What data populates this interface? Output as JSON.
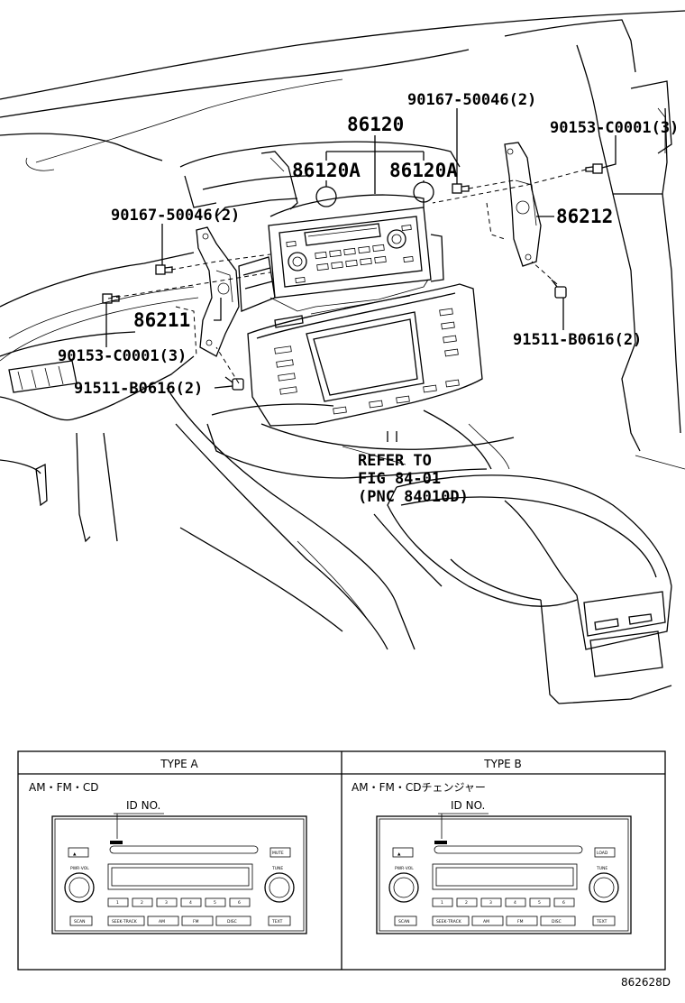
{
  "labels": {
    "main_unit": "86120",
    "knob_left": "86120A",
    "knob_right": "86120A",
    "screw_top_right": "90167-50046(2)",
    "bolt_right": "90153-C0001(3)",
    "bracket_right": "86212",
    "screw_left": "90167-50046(2)",
    "bracket_left": "86211",
    "bolt_left": "90153-C0001(3)",
    "clip_left": "91511-B0616(2)",
    "clip_right": "91511-B0616(2)",
    "refer_line1": "REFER TO",
    "refer_line2": "FIG 84-01",
    "refer_line3": "(PNC 84010D)"
  },
  "table": {
    "type_a": {
      "header": "TYPE A",
      "desc": "AM・FM・CD",
      "id_label": "ID NO."
    },
    "type_b": {
      "header": "TYPE B",
      "desc": "AM・FM・CDチェンジャー",
      "id_label": "ID NO."
    }
  },
  "radio_face": {
    "left_knob": "PWR·VOL",
    "right_knob": "TUNE",
    "presets": [
      "1",
      "2",
      "3",
      "4",
      "5",
      "6"
    ],
    "bottom_buttons": [
      "SCAN",
      "SEEK·TRACK",
      "AM",
      "FM",
      "DISC",
      "TEXT"
    ],
    "side_button_a": "MUTE",
    "side_button_b": "LOAD"
  },
  "figure_id": "862628D"
}
